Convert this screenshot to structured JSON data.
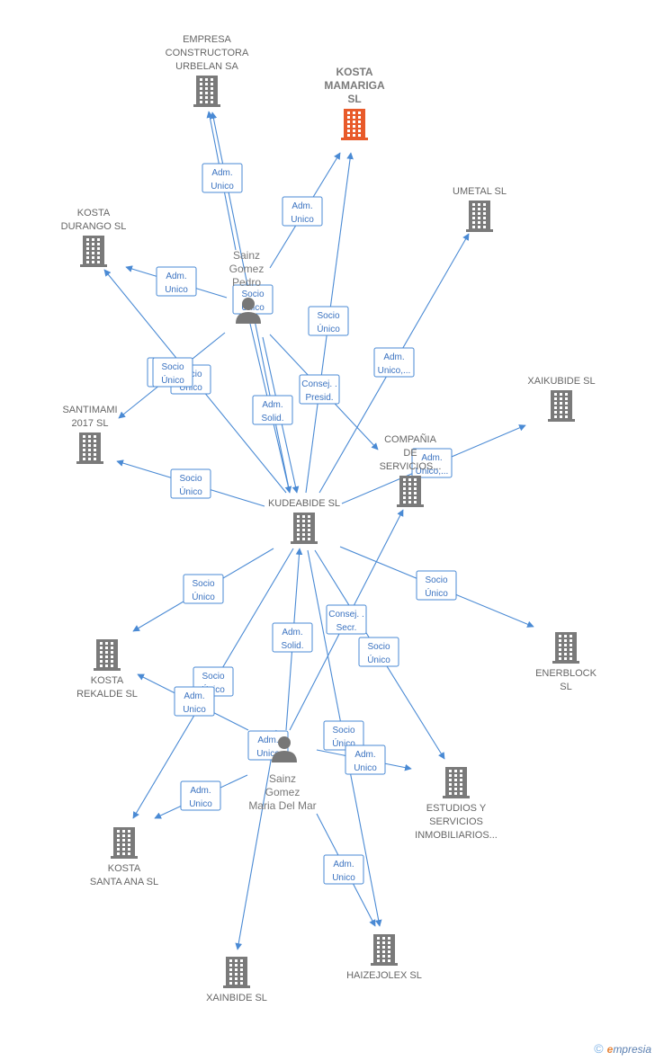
{
  "companies": [
    {
      "id": "urbelan",
      "label": [
        "EMPRESA",
        "CONSTRUCTORA",
        "URBELAN SA"
      ],
      "highlight": false
    },
    {
      "id": "mamariga",
      "label": [
        "KOSTA",
        "MAMARIGA",
        "SL"
      ],
      "highlight": true
    },
    {
      "id": "umetal",
      "label": [
        "UMETAL  SL"
      ],
      "highlight": false
    },
    {
      "id": "durango",
      "label": [
        "KOSTA",
        "DURANGO  SL"
      ],
      "highlight": false
    },
    {
      "id": "xaikubide",
      "label": [
        "XAIKUBIDE SL"
      ],
      "highlight": false
    },
    {
      "id": "santimami",
      "label": [
        "SANTIMAMI",
        "2017  SL"
      ],
      "highlight": false
    },
    {
      "id": "compania",
      "label": [
        "COMPAÑIA",
        "DE",
        "SERVICIOS..."
      ],
      "highlight": false
    },
    {
      "id": "kudeabide",
      "label": [
        "KUDEABIDE SL"
      ],
      "highlight": false
    },
    {
      "id": "rekalde",
      "label": [
        "KOSTA",
        "REKALDE  SL"
      ],
      "highlight": false
    },
    {
      "id": "enerblock",
      "label": [
        "ENERBLOCK",
        "SL"
      ],
      "highlight": false
    },
    {
      "id": "estudios",
      "label": [
        "ESTUDIOS Y",
        "SERVICIOS",
        "INMOBILIARIOS..."
      ],
      "highlight": false
    },
    {
      "id": "santaana",
      "label": [
        "KOSTA",
        "SANTA ANA SL"
      ],
      "highlight": false
    },
    {
      "id": "haizejolex",
      "label": [
        "HAIZEJOLEX SL"
      ],
      "highlight": false
    },
    {
      "id": "xainbide",
      "label": [
        "XAINBIDE SL"
      ],
      "highlight": false
    }
  ],
  "persons": [
    {
      "id": "pedro",
      "label": [
        "Sainz",
        "Gomez",
        "Pedro"
      ]
    },
    {
      "id": "mar",
      "label": [
        "Sainz",
        "Gomez",
        "Maria Del Mar"
      ]
    }
  ],
  "edges": [
    {
      "from": "pedro",
      "to": "urbelan",
      "label": [
        "Adm.",
        "Unico"
      ]
    },
    {
      "from": "pedro",
      "to": "mamariga",
      "label": [
        "Adm.",
        "Unico"
      ]
    },
    {
      "from": "pedro",
      "to": "durango",
      "label": [
        "Adm.",
        "Unico"
      ]
    },
    {
      "from": "pedro",
      "to": "santimami",
      "label": [
        "Adm.",
        "Unico"
      ]
    },
    {
      "from": "pedro",
      "to": "kudeabide",
      "label": [
        "Socio",
        "Único"
      ]
    },
    {
      "from": "pedro",
      "to": "kudeabide",
      "label": [
        "Adm.",
        "Solid."
      ]
    },
    {
      "from": "pedro",
      "to": "compania",
      "label": [
        "Consej. .",
        "Presid."
      ]
    },
    {
      "from": "kudeabide",
      "to": "urbelan",
      "label": [
        "Socio",
        "Único"
      ]
    },
    {
      "from": "kudeabide",
      "to": "mamariga",
      "label": [
        "Socio",
        "Único"
      ]
    },
    {
      "from": "kudeabide",
      "to": "umetal",
      "label": [
        "Adm.",
        "Unico,..."
      ]
    },
    {
      "from": "kudeabide",
      "to": "xaikubide",
      "label": [
        "Adm.",
        "Unico,..."
      ]
    },
    {
      "from": "kudeabide",
      "to": "durango",
      "label": [
        "Socio",
        "Único"
      ]
    },
    {
      "from": "kudeabide",
      "to": "santimami",
      "label": [
        "Socio",
        "Único"
      ]
    },
    {
      "from": "kudeabide",
      "to": "rekalde",
      "label": [
        "Socio",
        "Único"
      ]
    },
    {
      "from": "kudeabide",
      "to": "enerblock",
      "label": [
        "Socio",
        "Único"
      ]
    },
    {
      "from": "kudeabide",
      "to": "estudios",
      "label": [
        "Socio",
        "Único"
      ]
    },
    {
      "from": "kudeabide",
      "to": "haizejolex",
      "label": [
        "Socio",
        "Único"
      ]
    },
    {
      "from": "kudeabide",
      "to": "santaana",
      "label": [
        "Socio",
        "Único"
      ]
    },
    {
      "from": "mar",
      "to": "kudeabide",
      "label": [
        "Adm.",
        "Solid."
      ]
    },
    {
      "from": "mar",
      "to": "compania",
      "label": [
        "Consej. .",
        "Secr."
      ]
    },
    {
      "from": "mar",
      "to": "rekalde",
      "label": [
        "Adm.",
        "Unico"
      ]
    },
    {
      "from": "mar",
      "to": "xainbide",
      "label": [
        "Adm.",
        "Unico"
      ]
    },
    {
      "from": "mar",
      "to": "santaana",
      "label": [
        "Adm.",
        "Unico"
      ]
    },
    {
      "from": "mar",
      "to": "estudios",
      "label": [
        "Adm.",
        "Unico"
      ]
    },
    {
      "from": "mar",
      "to": "haizejolex",
      "label": [
        "Adm.",
        "Unico"
      ]
    }
  ],
  "colors": {
    "edge": "#4a8ad4",
    "building": "#7a7a7a",
    "building_highlight": "#e85a2a",
    "person": "#777777"
  },
  "footer": {
    "copyright": "©",
    "brand_e": "e",
    "brand_rest": "mpresia"
  }
}
